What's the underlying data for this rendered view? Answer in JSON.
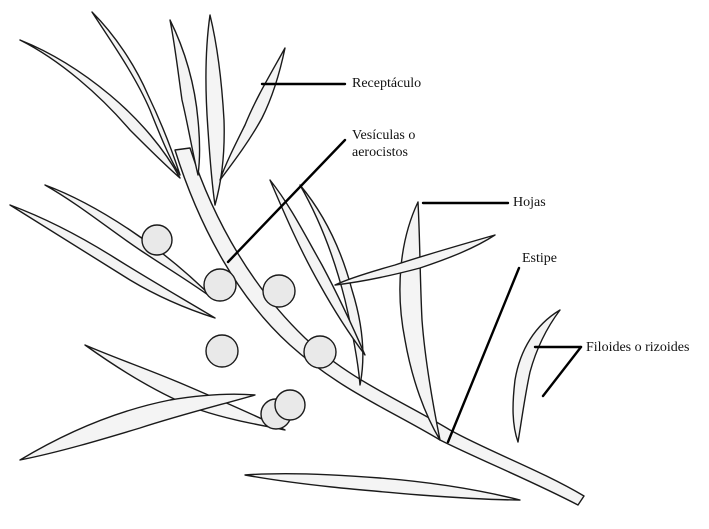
{
  "figure": {
    "labels": {
      "receptaculo": "Receptáculo",
      "vesiculas": "Vesículas o aerocistos",
      "hojas": "Hojas",
      "estipe": "Estipe",
      "filoides": "Filoides o rizoides"
    }
  },
  "colors": {
    "ink": "#1a1a1a",
    "leaf_fill": "#f4f4f4",
    "vesicle_fill": "#e9e9e9",
    "background": "#ffffff"
  }
}
